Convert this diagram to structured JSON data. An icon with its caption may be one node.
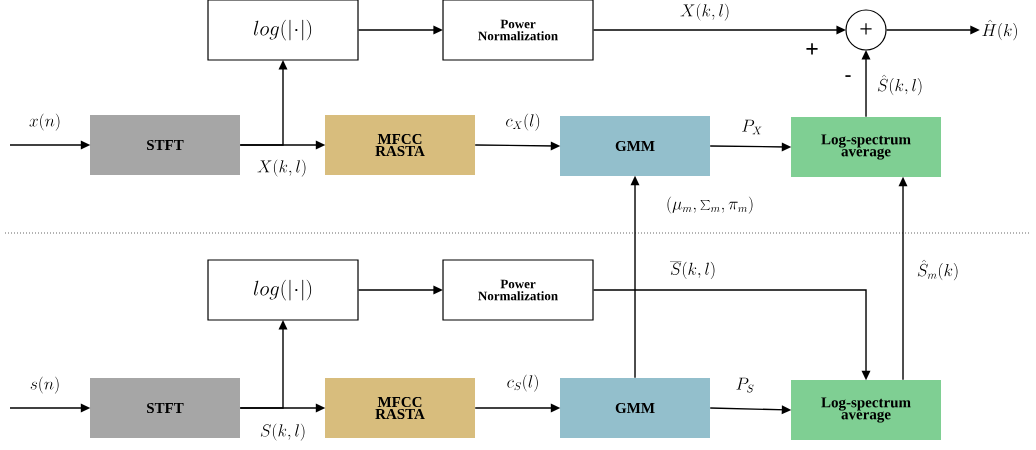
{
  "diagram": {
    "nodes": [
      {
        "text": [
          "log(|\\cdot|)"
        ]
      },
      {
        "text": [
          "Power Normalization"
        ]
      },
      {
        "text": [
          "+"
        ]
      },
      {
        "text": [
          "\\hat{H}(k)"
        ]
      },
      {
        "text": [
          "STFT"
        ]
      },
      {
        "text": [
          "MFCC RASTA"
        ]
      },
      {
        "text": [
          "GMM"
        ]
      },
      {
        "text": [
          "Log-spectrum average"
        ]
      },
      {
        "text": [
          "log(|\\cdot|)"
        ]
      },
      {
        "text": [
          "Power Normalization"
        ]
      },
      {
        "text": [
          "STFT"
        ]
      },
      {
        "text": [
          "MFCC RASTA"
        ]
      },
      {
        "text": [
          "GMM"
        ]
      },
      {
        "text": [
          "Log-spectrum average"
        ]
      }
    ],
    "edges": [
      {
        "from": null,
        "to": 4,
        "arrow": "to",
        "label": "x(n)"
      },
      {
        "from": 4,
        "to": 5,
        "arrow": "to",
        "label": "X(k,l)"
      },
      {
        "from": 4,
        "to": 0,
        "arrow": "to"
      },
      {
        "from": 0,
        "to": 1,
        "arrow": "to"
      },
      {
        "from": 1,
        "to": 2,
        "arrow": "to",
        "label": "X(k,l)"
      },
      {
        "from": 5,
        "to": 6,
        "arrow": "to",
        "label": "c_X(l)"
      },
      {
        "from": 6,
        "to": 7,
        "arrow": "to",
        "label": "P_X"
      },
      {
        "from": 7,
        "to": 2,
        "arrow": "to",
        "label": "\\hat{S}(k,l)"
      },
      {
        "from": 2,
        "to": 3,
        "arrow": "to"
      },
      {
        "from": 12,
        "to": 6,
        "arrow": "to",
        "label": "(\\mu_m, \\sum_m, \\pi_m)"
      },
      {
        "from": 13,
        "to": 7,
        "arrow": "to",
        "label": "\\hat{S}_m(k)"
      },
      {
        "from": 9,
        "to": 13,
        "arrow": "to",
        "label": "\\overline{S}(k,l)"
      },
      {
        "from": null,
        "to": 10,
        "arrow": "to",
        "label": "s(n)"
      },
      {
        "from": 10,
        "to": 11,
        "arrow": "to",
        "label": "S(k,l)"
      },
      {
        "from": 10,
        "to": 8,
        "arrow": "to"
      },
      {
        "from": 8,
        "to": 9,
        "arrow": "to"
      },
      {
        "from": 11,
        "to": 12,
        "arrow": "to",
        "label": "c_S(l)"
      },
      {
        "from": 12,
        "to": 13,
        "arrow": "to",
        "label": "P_S"
      }
    ],
    "labels": [
      "+",
      "-"
    ]
  }
}
